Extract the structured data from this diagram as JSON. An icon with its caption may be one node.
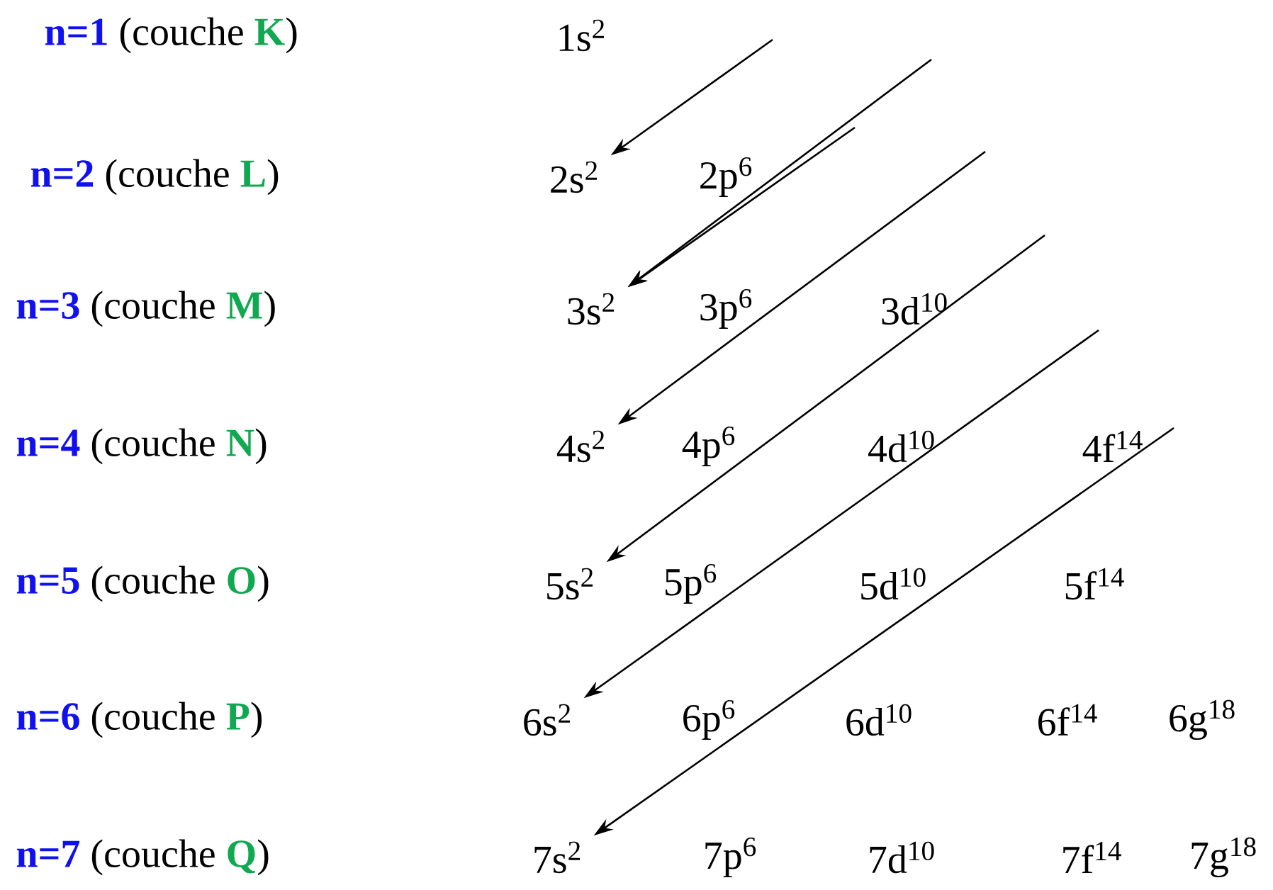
{
  "diagram": {
    "nodes": [
      {
        "text": [
          "1s$^{2}$"
        ]
      },
      {
        "text": [
          "2s$^{2}$"
        ]
      },
      {
        "text": [
          "2p$^{6}$"
        ]
      },
      {
        "text": [
          "3s$^{2}$"
        ]
      },
      {
        "text": [
          "3p$^{6}$"
        ]
      },
      {
        "text": [
          "3d$^{10}$"
        ]
      },
      {
        "text": [
          "4s$^{2}$"
        ]
      },
      {
        "text": [
          "4p$^{6}$"
        ]
      },
      {
        "text": [
          "4d$^{10}$"
        ]
      },
      {
        "text": [
          "4f$^{14}$"
        ]
      },
      {
        "text": [
          "5s$^{2}$"
        ]
      },
      {
        "text": [
          "5p$^{6}$"
        ]
      },
      {
        "text": [
          "5d$^{10}$"
        ]
      },
      {
        "text": [
          "5f$^{14}$"
        ]
      },
      {
        "text": [
          "6s$^{2}$"
        ]
      },
      {
        "text": [
          "6p$^{6}$"
        ]
      },
      {
        "text": [
          "6d$^{10}$"
        ]
      },
      {
        "text": [
          "6f$^{14}$"
        ]
      },
      {
        "text": [
          "6g$^{18}$"
        ]
      },
      {
        "text": [
          "7s$^{2}$"
        ]
      },
      {
        "text": [
          "7p$^{6}$"
        ]
      },
      {
        "text": [
          "7d$^{10}$"
        ]
      },
      {
        "text": [
          "7f$^{14}$"
        ]
      },
      {
        "text": [
          "7g$^{18}$"
        ]
      }
    ],
    "edges": [
      {
        "from": null,
        "to": 1,
        "arrow": "to"
      },
      {
        "from": null,
        "to": 3,
        "arrow": "to"
      },
      {
        "from": null,
        "to": 3,
        "arrow": "to"
      },
      {
        "from": null,
        "to": 6,
        "arrow": "to"
      },
      {
        "from": null,
        "to": 10,
        "arrow": "to"
      },
      {
        "from": null,
        "to": 14,
        "arrow": "to"
      },
      {
        "from": null,
        "to": 19,
        "arrow": "to"
      }
    ],
    "labels": [
      "n=1",
      "(couche",
      "K",
      ")",
      "n=2",
      "(couche",
      "L",
      ")",
      "n=3",
      "(couche",
      "M",
      ")",
      "n=4",
      "(couche",
      "N",
      ")",
      "n=5",
      "(couche",
      "O",
      ")",
      "n=6",
      "(couche",
      "P",
      ")",
      "n=7",
      "(couche",
      "Q",
      ")"
    ]
  }
}
